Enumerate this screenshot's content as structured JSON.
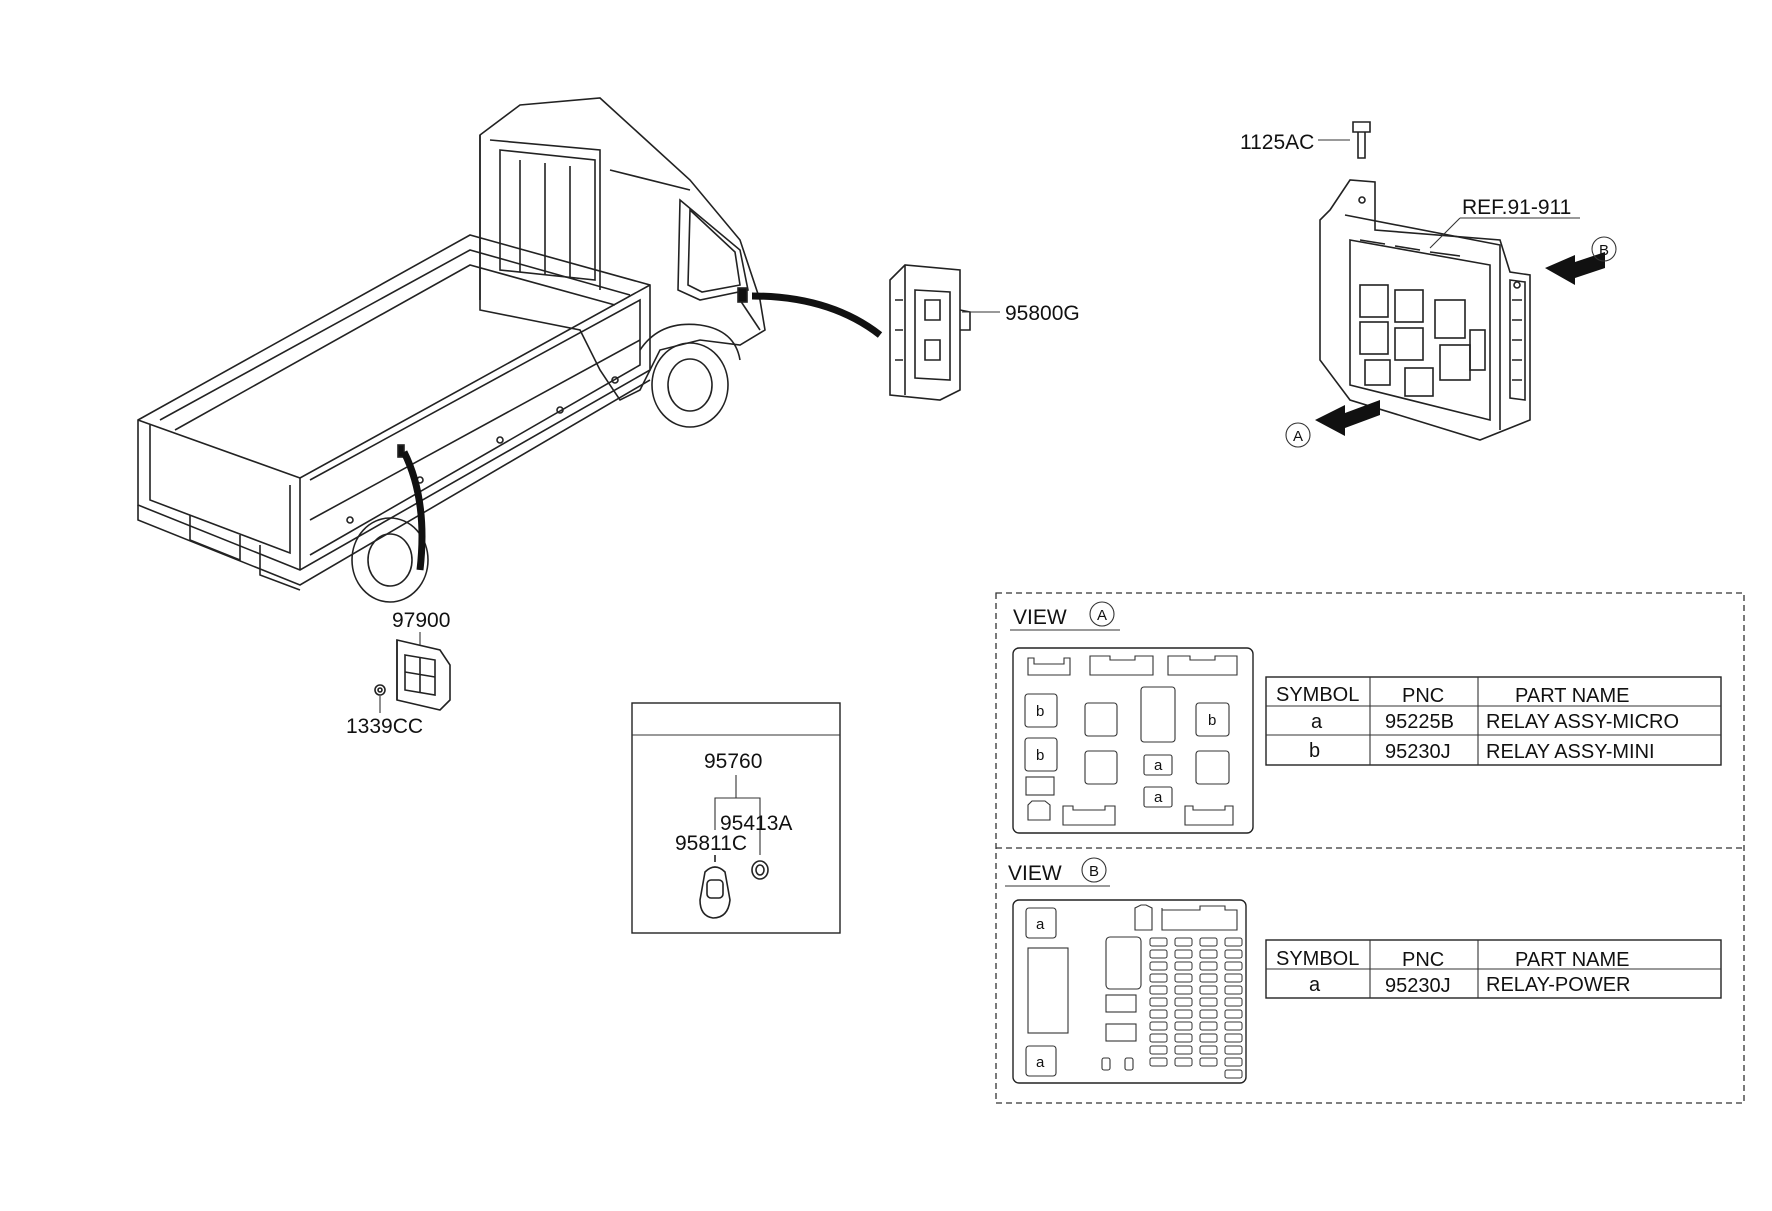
{
  "callouts": {
    "bolt": "1125AC",
    "ref": "REF.91-911",
    "module": "95800G",
    "unit": "97900",
    "nut": "1339CC",
    "kit": "95760",
    "battery": "95413A",
    "fob": "95811C"
  },
  "markers": {
    "a": "A",
    "b": "B"
  },
  "view_a": {
    "title": "VIEW",
    "marker": "A",
    "cell_symbols": [
      "b",
      "b",
      "b",
      "a",
      "a"
    ],
    "table": {
      "headers": [
        "SYMBOL",
        "PNC",
        "PART NAME"
      ],
      "rows": [
        [
          "a",
          "95225B",
          "RELAY ASSY-MICRO"
        ],
        [
          "b",
          "95230J",
          "RELAY ASSY-MINI"
        ]
      ]
    }
  },
  "view_b": {
    "title": "VIEW",
    "marker": "B",
    "cell_symbols": [
      "a",
      "a"
    ],
    "table": {
      "headers": [
        "SYMBOL",
        "PNC",
        "PART NAME"
      ],
      "rows": [
        [
          "a",
          "95230J",
          "RELAY-POWER"
        ]
      ]
    }
  }
}
